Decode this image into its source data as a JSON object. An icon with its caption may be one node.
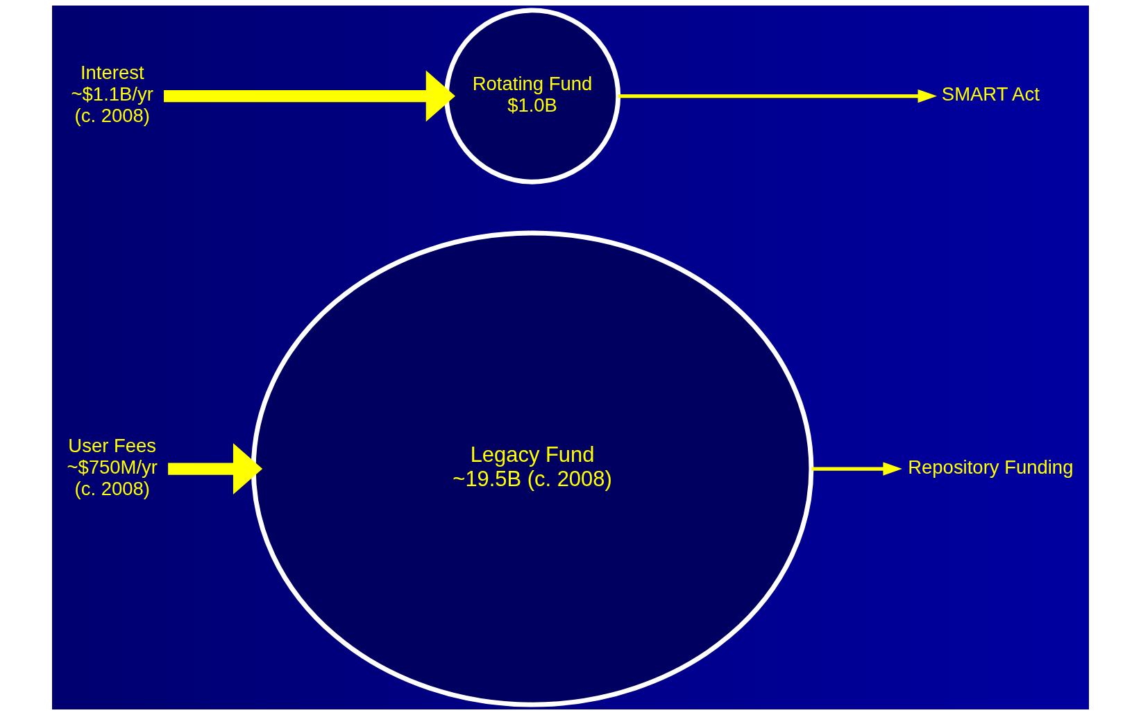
{
  "diagram": {
    "nodes": [
      {
        "text": [
          "Legacy Fund",
          "~19.5B (c. 2008)"
        ]
      },
      {
        "text": [
          "Rotating Fund",
          "$1.0B"
        ]
      },
      {
        "text": [
          "Interest",
          "~$1.1B/yr",
          "(c. 2008)"
        ]
      },
      {
        "text": [
          "SMART Act"
        ]
      },
      {
        "text": [
          "Repository Funding"
        ]
      },
      {
        "text": [
          "User Fees",
          "~$750M/yr",
          "(c. 2008)"
        ]
      }
    ],
    "edges": [
      {
        "from": 2,
        "to": 1,
        "arrow": "to",
        "style": "thick"
      },
      {
        "from": 1,
        "to": 3,
        "arrow": "to"
      },
      {
        "from": 0,
        "to": 4,
        "arrow": "to"
      },
      {
        "from": 5,
        "to": 0,
        "arrow": "to",
        "style": "thick"
      }
    ]
  }
}
